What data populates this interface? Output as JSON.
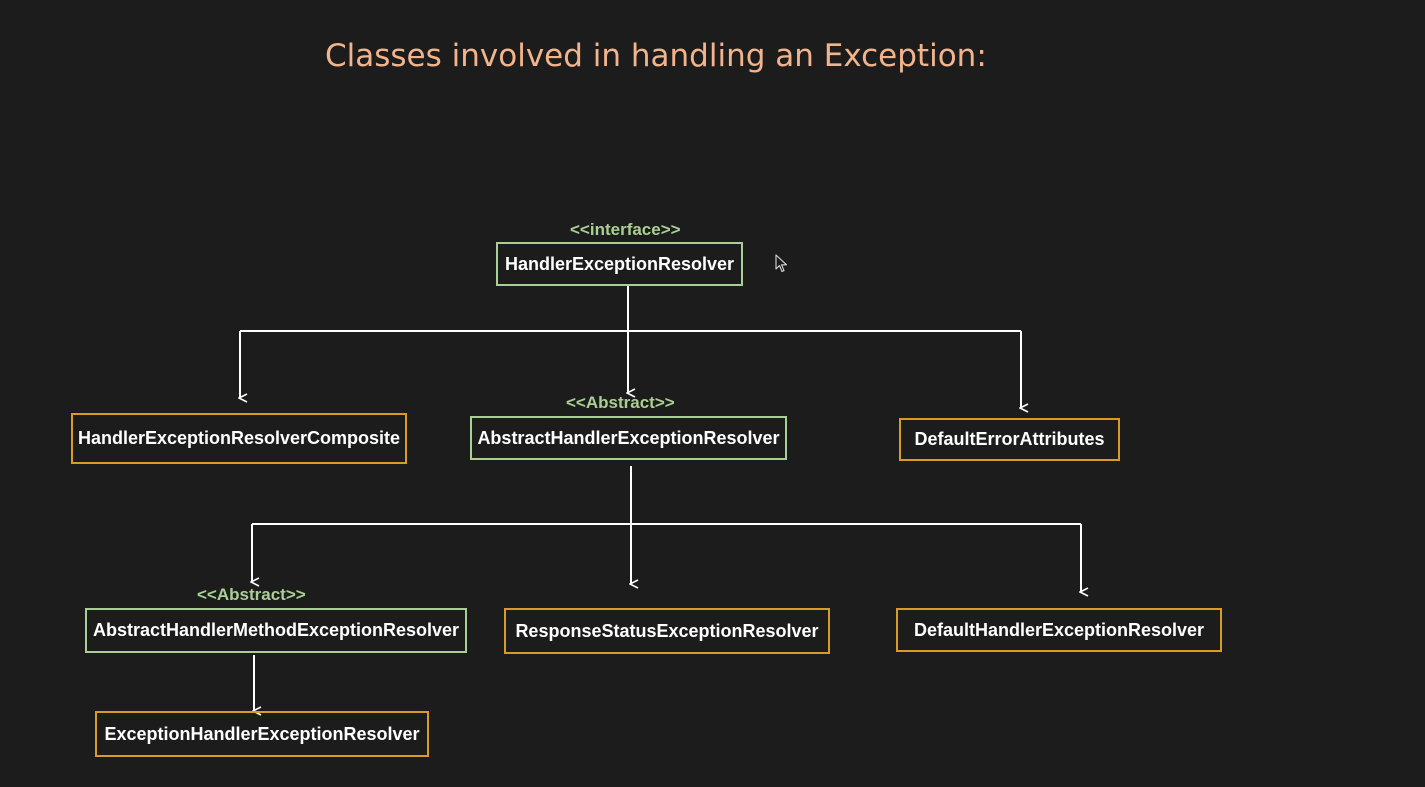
{
  "title": "Classes involved in handling an Exception:",
  "stereotypes": {
    "interface": "<<interface>>",
    "abstract_level1": "<<Abstract>>",
    "abstract_level2": "<<Abstract>>"
  },
  "classes": {
    "root": "HandlerExceptionResolver",
    "composite": "HandlerExceptionResolverComposite",
    "abstract_resolver": "AbstractHandlerExceptionResolver",
    "default_error_attributes": "DefaultErrorAttributes",
    "abstract_method_resolver": "AbstractHandlerMethodExceptionResolver",
    "response_status_resolver": "ResponseStatusExceptionResolver",
    "default_handler_resolver": "DefaultHandlerExceptionResolver",
    "exception_handler_resolver": "ExceptionHandlerExceptionResolver"
  },
  "colors": {
    "background": "#1c1c1c",
    "title": "#f2b48c",
    "abstract_border": "#a9cf94",
    "concrete_border": "#d99a26",
    "connector": "#ffffff"
  }
}
